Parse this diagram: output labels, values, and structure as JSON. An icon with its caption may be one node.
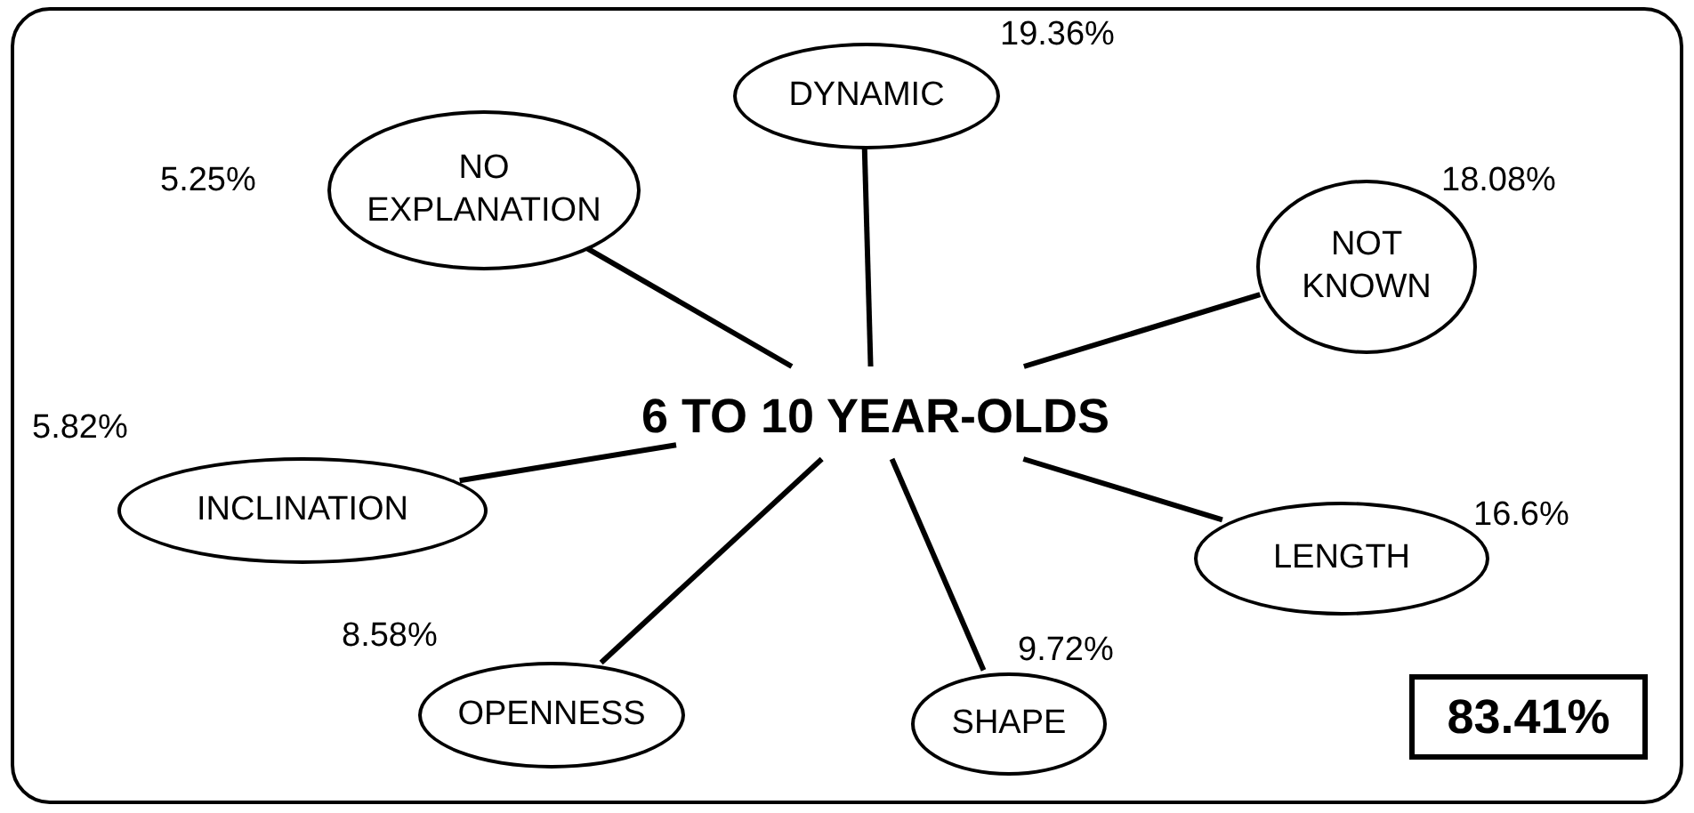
{
  "diagram": {
    "nodes": [
      {
        "text": [],
        "shape": "box"
      },
      {
        "text": [
          "6 TO 10 YEAR-OLDS"
        ],
        "in": 0
      },
      {
        "text": [
          "NO EXPLANATION"
        ],
        "in": 0,
        "beside": [
          "5.25%"
        ]
      },
      {
        "text": [
          "DYNAMIC"
        ],
        "in": 0,
        "beside": [
          "19.36%"
        ]
      },
      {
        "text": [
          "NOT KNOWN"
        ],
        "in": 0,
        "beside": [
          "18.08%"
        ]
      },
      {
        "text": [
          "INCLINATION"
        ],
        "in": 0,
        "beside": [
          "5.82%"
        ]
      },
      {
        "text": [
          "LENGTH"
        ],
        "in": 0,
        "beside": [
          "16.6%"
        ]
      },
      {
        "text": [
          "OPENNESS"
        ],
        "in": 0,
        "beside": [
          "8.58%"
        ]
      },
      {
        "text": [
          "SHAPE"
        ],
        "in": 0,
        "beside": [
          "9.72%"
        ]
      },
      {
        "text": [
          "83.41%"
        ],
        "in": 0
      }
    ],
    "edges": [
      {
        "from": 1,
        "to": 2,
        "arrow": "none"
      },
      {
        "from": 1,
        "to": 3,
        "arrow": "none"
      },
      {
        "from": 1,
        "to": 4,
        "arrow": "none"
      },
      {
        "from": 1,
        "to": 5,
        "arrow": "none"
      },
      {
        "from": 1,
        "to": 6,
        "arrow": "none"
      },
      {
        "from": 1,
        "to": 7,
        "arrow": "none"
      },
      {
        "from": 1,
        "to": 8,
        "arrow": "none"
      }
    ]
  }
}
